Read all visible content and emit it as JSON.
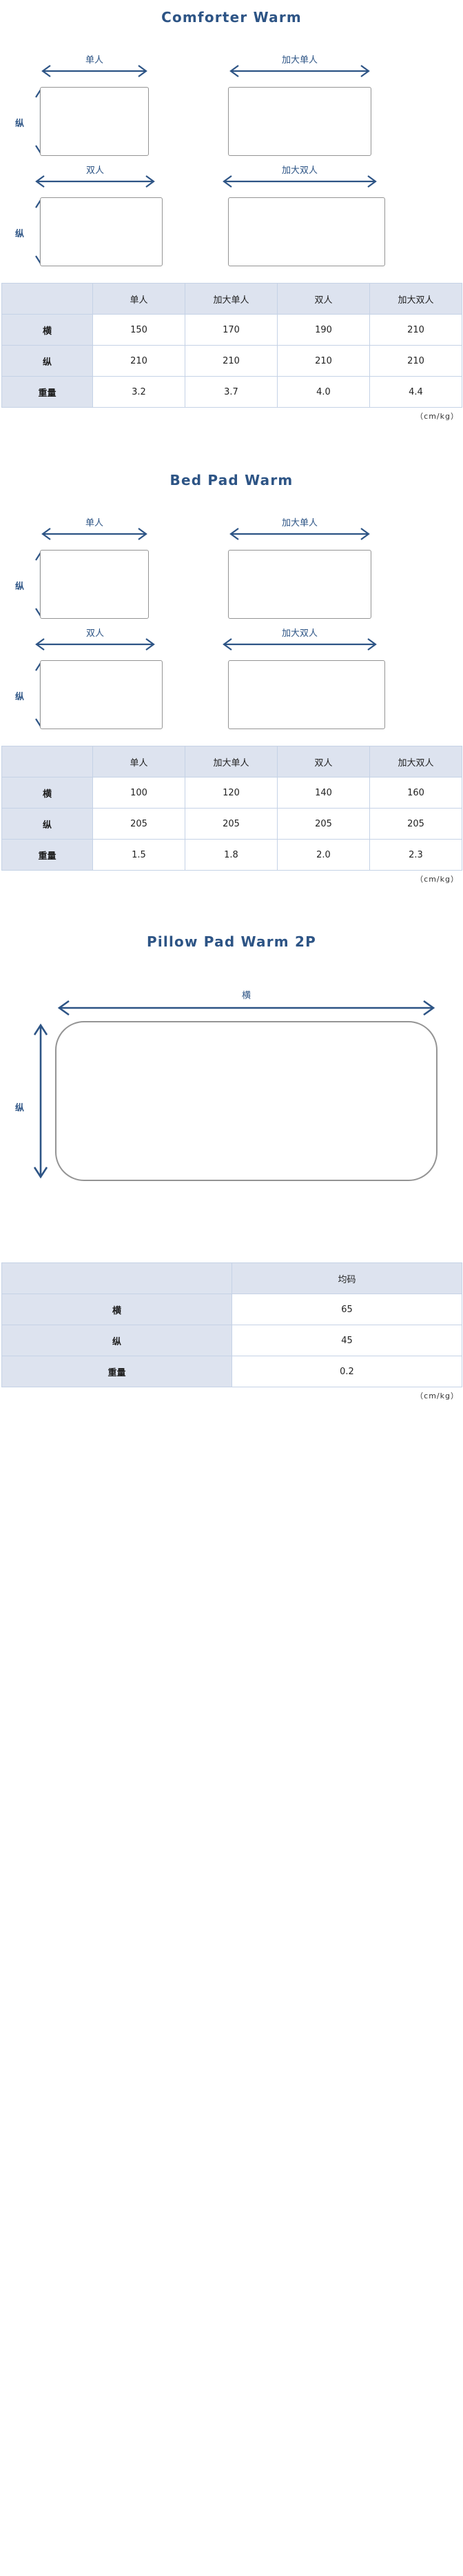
{
  "theme": {
    "accent_blue": "#2d5485",
    "box_border_gray": "#949494",
    "table_header_bg": "#dde3ef",
    "table_border": "#c5d2e6",
    "page_bg": "#ffffff"
  },
  "sections": [
    {
      "title": "Comforter Warm",
      "diagram": {
        "vertical_axis_label": "纵",
        "items": [
          {
            "label": "单人",
            "shape": "rect"
          },
          {
            "label": "加大单人",
            "shape": "rect"
          },
          {
            "label": "双人",
            "shape": "rect"
          },
          {
            "label": "加大双人",
            "shape": "rect"
          }
        ]
      },
      "table": {
        "columns": [
          "",
          "单人",
          "加大单人",
          "双人",
          "加大双人"
        ],
        "rows": [
          {
            "header": "横",
            "values": [
              "150",
              "170",
              "190",
              "210"
            ]
          },
          {
            "header": "纵",
            "values": [
              "210",
              "210",
              "210",
              "210"
            ]
          },
          {
            "header": "重量",
            "values": [
              "3.2",
              "3.7",
              "4.0",
              "4.4"
            ]
          }
        ],
        "unit_note": "（cm/kg）"
      }
    },
    {
      "title": "Bed Pad Warm",
      "diagram": {
        "vertical_axis_label": "纵",
        "items": [
          {
            "label": "单人",
            "shape": "rect"
          },
          {
            "label": "加大单人",
            "shape": "rect"
          },
          {
            "label": "双人",
            "shape": "rect"
          },
          {
            "label": "加大双人",
            "shape": "rect"
          }
        ]
      },
      "table": {
        "columns": [
          "",
          "单人",
          "加大单人",
          "双人",
          "加大双人"
        ],
        "rows": [
          {
            "header": "横",
            "values": [
              "100",
              "120",
              "140",
              "160"
            ]
          },
          {
            "header": "纵",
            "values": [
              "205",
              "205",
              "205",
              "205"
            ]
          },
          {
            "header": "重量",
            "values": [
              "1.5",
              "1.8",
              "2.0",
              "2.3"
            ]
          }
        ],
        "unit_note": "（cm/kg）"
      }
    },
    {
      "title": "Pillow Pad Warm 2P",
      "diagram": {
        "horizontal_axis_label": "横",
        "vertical_axis_label": "纵",
        "items": [
          {
            "label": "",
            "shape": "rounded-rect"
          }
        ]
      },
      "table": {
        "columns": [
          "",
          "均码"
        ],
        "rows": [
          {
            "header": "横",
            "values": [
              "65"
            ]
          },
          {
            "header": "纵",
            "values": [
              "45"
            ]
          },
          {
            "header": "重量",
            "values": [
              "0.2"
            ]
          }
        ],
        "unit_note": "（cm/kg）"
      }
    }
  ]
}
